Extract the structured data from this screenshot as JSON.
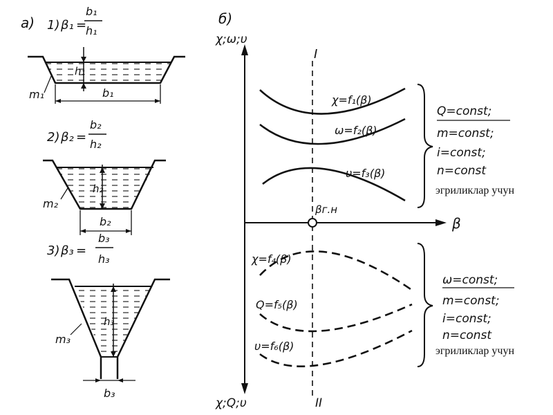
{
  "panel_a": {
    "label": "а)",
    "sections": [
      {
        "num": "1)",
        "beta": "β₁",
        "numerator": "b₁",
        "denominator": "h₁",
        "slope": "m₁",
        "depth": "h₁",
        "width": "b₁"
      },
      {
        "num": "2)",
        "beta": "β₂",
        "numerator": "b₂",
        "denominator": "h₂",
        "slope": "m₂",
        "depth": "h₂",
        "width": "b₂"
      },
      {
        "num": "3)",
        "beta": "β₃",
        "numerator": "b₃",
        "denominator": "h₃",
        "slope": "m₃",
        "depth": "h₃",
        "width": "b₃"
      }
    ]
  },
  "panel_b": {
    "label": "б)",
    "y_axis_top": "χ;ω;υ",
    "y_axis_bottom": "χ;Q;υ",
    "x_axis": "β",
    "origin_label": "βг.н",
    "line_top": "I",
    "line_bottom": "II",
    "upper_curves": [
      {
        "name": "chi",
        "label": "χ=f₁(β)"
      },
      {
        "name": "omega",
        "label": "ω=f₂(β)"
      },
      {
        "name": "v",
        "label": "υ=f₃(β)"
      }
    ],
    "lower_curves": [
      {
        "name": "chi",
        "label": "χ=f₄(β)"
      },
      {
        "name": "q",
        "label": "Q=f₅(β)"
      },
      {
        "name": "v",
        "label": "υ=f₆(β)"
      }
    ],
    "upper_conditions": [
      "Q=const;",
      "m=const;",
      "i=const;",
      "n=const"
    ],
    "upper_note": "эгриликлар учун",
    "lower_conditions": [
      "ω=const;",
      "m=const;",
      "i=const;",
      "n=const"
    ],
    "lower_note": "эгриликлар учун"
  }
}
